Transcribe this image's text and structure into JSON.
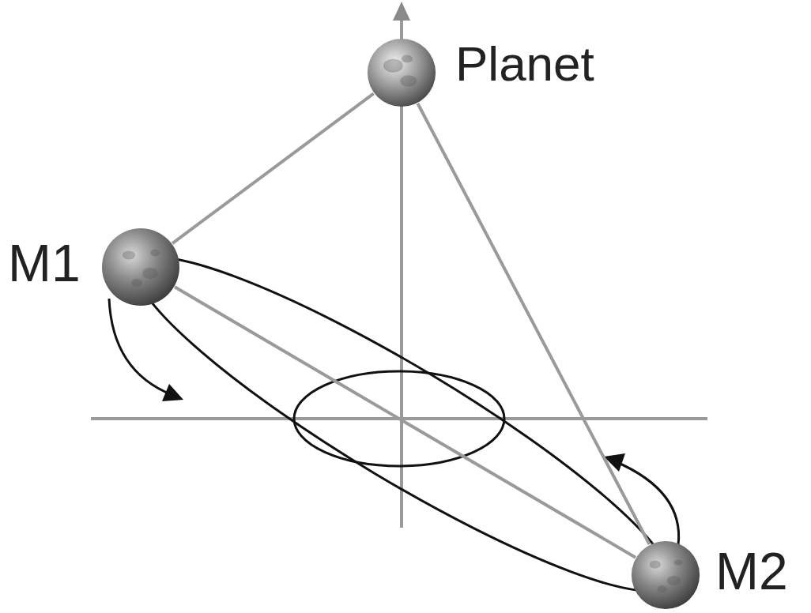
{
  "diagram": {
    "nodes": [
      {
        "text": [
          "Planet"
        ]
      },
      {
        "text": [
          "M1"
        ]
      },
      {
        "text": [
          "M2"
        ]
      }
    ],
    "edges": [
      {
        "from": 0,
        "to": 1,
        "arrow": "none"
      },
      {
        "from": 0,
        "to": 2,
        "arrow": "none"
      },
      {
        "from": 1,
        "to": 2,
        "arrow": "none"
      }
    ]
  }
}
